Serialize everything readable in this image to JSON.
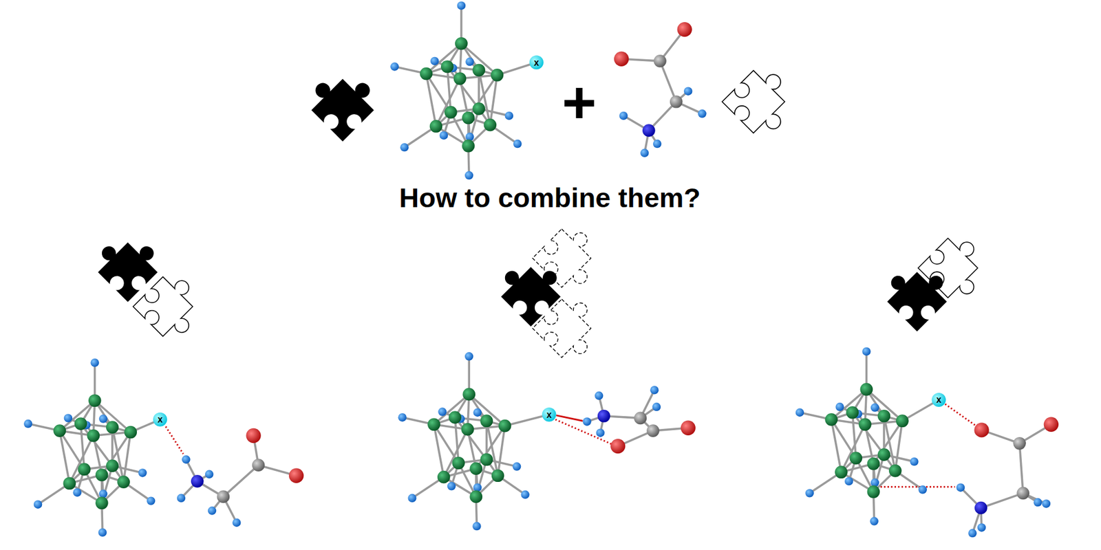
{
  "diagram": {
    "title": "How to combine them?",
    "labels": [
      "x",
      "+",
      "x",
      "x",
      "x"
    ]
  }
}
